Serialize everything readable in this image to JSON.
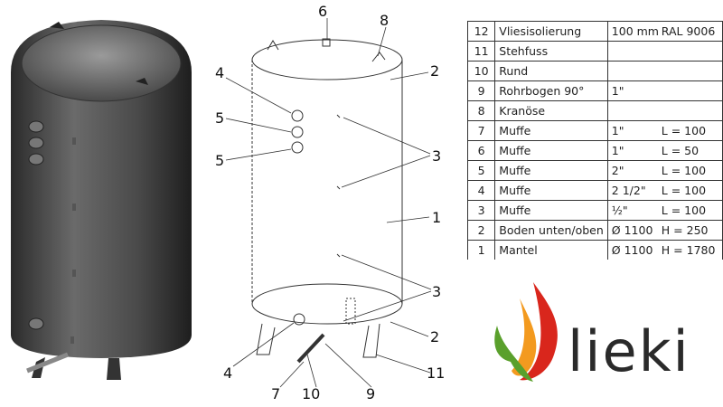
{
  "parts_table": [
    {
      "no": "12",
      "name": "Vliesisolierung",
      "spec": "100 mm",
      "extra": "RAL 9006"
    },
    {
      "no": "11",
      "name": "Stehfuss",
      "spec": "",
      "extra": ""
    },
    {
      "no": "10",
      "name": "Rund",
      "spec": "",
      "extra": ""
    },
    {
      "no": "9",
      "name": "Rohrbogen   90°",
      "spec": "1\"",
      "extra": ""
    },
    {
      "no": "8",
      "name": "Kranöse",
      "spec": "",
      "extra": ""
    },
    {
      "no": "7",
      "name": "Muffe",
      "spec": "1\"",
      "extra": "L = 100"
    },
    {
      "no": "6",
      "name": "Muffe",
      "spec": "1\"",
      "extra": "L = 50"
    },
    {
      "no": "5",
      "name": "Muffe",
      "spec": "2\"",
      "extra": "L = 100"
    },
    {
      "no": "4",
      "name": "Muffe",
      "spec": "2 1/2\"",
      "extra": "L = 100"
    },
    {
      "no": "3",
      "name": "Muffe",
      "spec": "½\"",
      "extra": "L = 100"
    },
    {
      "no": "2",
      "name": "Boden unten/oben",
      "spec": "Ø 1100",
      "extra": "H = 250"
    },
    {
      "no": "1",
      "name": "Mantel",
      "spec": "Ø 1100",
      "extra": "H = 1780"
    }
  ],
  "callouts": [
    "6",
    "8",
    "2",
    "4",
    "5",
    "5",
    "3",
    "1",
    "3",
    "2",
    "4",
    "7",
    "10",
    "9",
    "11"
  ],
  "logo": {
    "text": "lieki",
    "colors": {
      "flame_red": "#d9261c",
      "flame_orange": "#f39a1f",
      "leaf_green": "#5aa02c"
    }
  }
}
